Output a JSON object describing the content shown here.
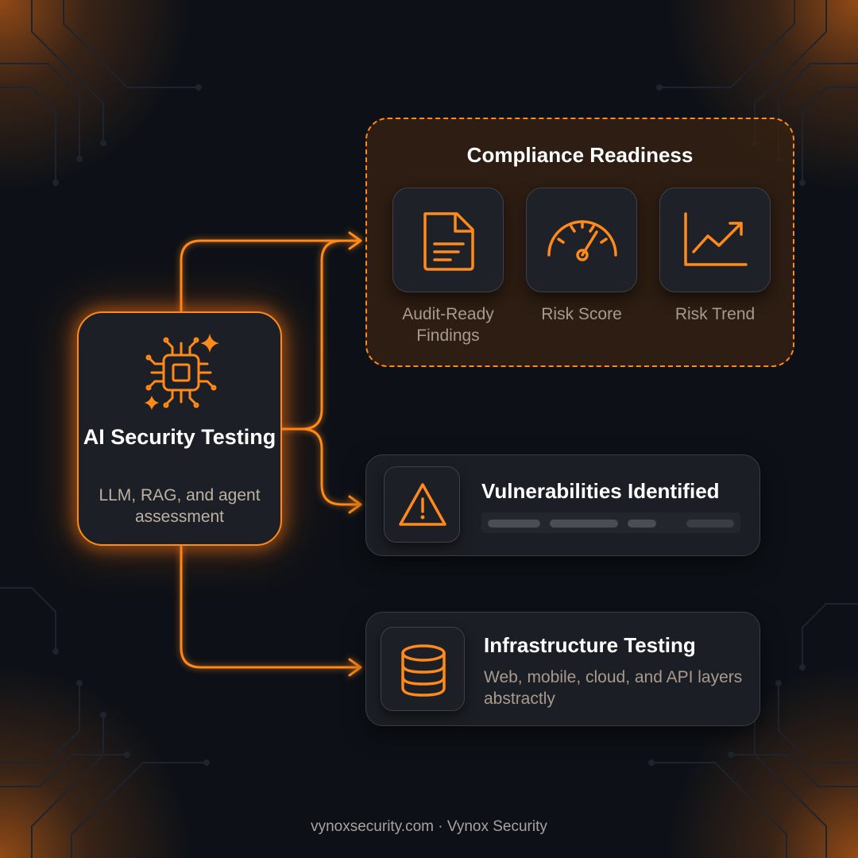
{
  "ai_node": {
    "title": "AI Security Testing",
    "subtitle": "LLM, RAG, and agent assessment",
    "icon": "ai-chip-sparkle-icon"
  },
  "compliance": {
    "title": "Compliance Readiness",
    "items": [
      {
        "label": "Audit-Ready Findings",
        "icon": "document-icon"
      },
      {
        "label": "Risk Score",
        "icon": "gauge-icon"
      },
      {
        "label": "Risk Trend",
        "icon": "trend-up-icon"
      }
    ]
  },
  "vulnerabilities": {
    "title": "Vulnerabilities Identified",
    "icon": "warning-icon"
  },
  "infrastructure": {
    "title": "Infrastructure Testing",
    "subtitle": "Web, mobile, cloud, and API layers abstractly",
    "icon": "database-icon"
  },
  "footer": "vynoxsecurity.com · Vynox Security",
  "colors": {
    "accent": "#ff8a1a",
    "background": "#0d1117",
    "card": "#1b1e24",
    "muted_text": "#a89a8d"
  }
}
